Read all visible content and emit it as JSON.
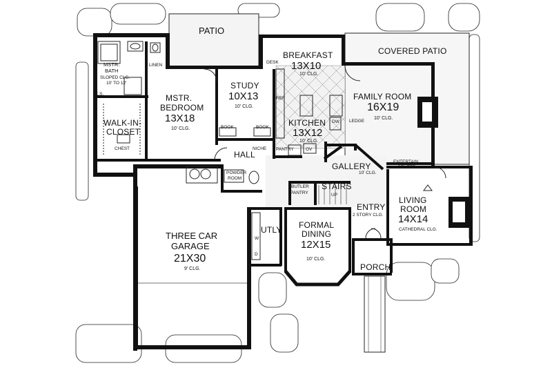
{
  "rooms": {
    "patio": {
      "name": "PATIO"
    },
    "covered_patio": {
      "name": "COVERED PATIO"
    },
    "breakfast": {
      "name": "BREAKFAST",
      "dim": "13X10",
      "ceiling": "10' CLG."
    },
    "mstr_bath": {
      "name": "MSTR.",
      "name2": "BATH",
      "ceiling": "SLOPED CLG.",
      "ceiling2": "10' TO 12'"
    },
    "linen": {
      "name": "LINEN"
    },
    "ks": {
      "name": "K.S."
    },
    "walk_in_closet": {
      "name": "WALK-IN-",
      "name2": "CLOSET"
    },
    "chest": {
      "name": "CHEST"
    },
    "mstr_bedroom": {
      "name": "MSTR.",
      "name2": "BEDROOM",
      "dim": "13X18",
      "ceiling": "10' CLG."
    },
    "study": {
      "name": "STUDY",
      "dim": "10X13",
      "ceiling": "10' CLG."
    },
    "book1": {
      "name": "BOOK"
    },
    "book2": {
      "name": "BOOK"
    },
    "desk": {
      "name": "DESK"
    },
    "ref": {
      "name": "REF"
    },
    "kitchen": {
      "name": "KITCHEN",
      "dim": "13X12",
      "ceiling": "10' CLG."
    },
    "dw": {
      "name": "DW"
    },
    "ov": {
      "name": "OV"
    },
    "pantry": {
      "name": "PANTRY"
    },
    "family_room": {
      "name": "FAMILY ROOM",
      "dim": "16X19",
      "ceiling": "10' CLG."
    },
    "ledge": {
      "name": "LEDGE"
    },
    "entertain_center": {
      "name": "ENTERTAIN",
      "name2": "CENTER"
    },
    "niche": {
      "name": "NICHE"
    },
    "hall": {
      "name": "HALL"
    },
    "gallery": {
      "name": "GALLERY",
      "ceiling": "10' CLG."
    },
    "powder_room": {
      "name": "POWDER",
      "name2": "ROOM"
    },
    "butler_pantry": {
      "name": "BUTLER",
      "name2": "PANTRY"
    },
    "stairs": {
      "name": "STAIRS",
      "sub": "UP"
    },
    "entry": {
      "name": "ENTRY",
      "ceiling": "2 STORY CLG."
    },
    "living_room": {
      "name": "LIVING",
      "name2": "ROOM",
      "dim": "14X14",
      "ceiling": "CATHEDRAL CLG."
    },
    "garage": {
      "name": "THREE CAR",
      "name2": "GARAGE",
      "dim": "21X30",
      "ceiling": "9' CLG."
    },
    "utly": {
      "name": "UTLY"
    },
    "w": {
      "name": "W"
    },
    "d": {
      "name": "D"
    },
    "formal_dining": {
      "name": "FORMAL",
      "name2": "DINING",
      "dim": "12X15",
      "ceiling": "10' CLG."
    },
    "porch": {
      "name": "PORCH"
    }
  }
}
